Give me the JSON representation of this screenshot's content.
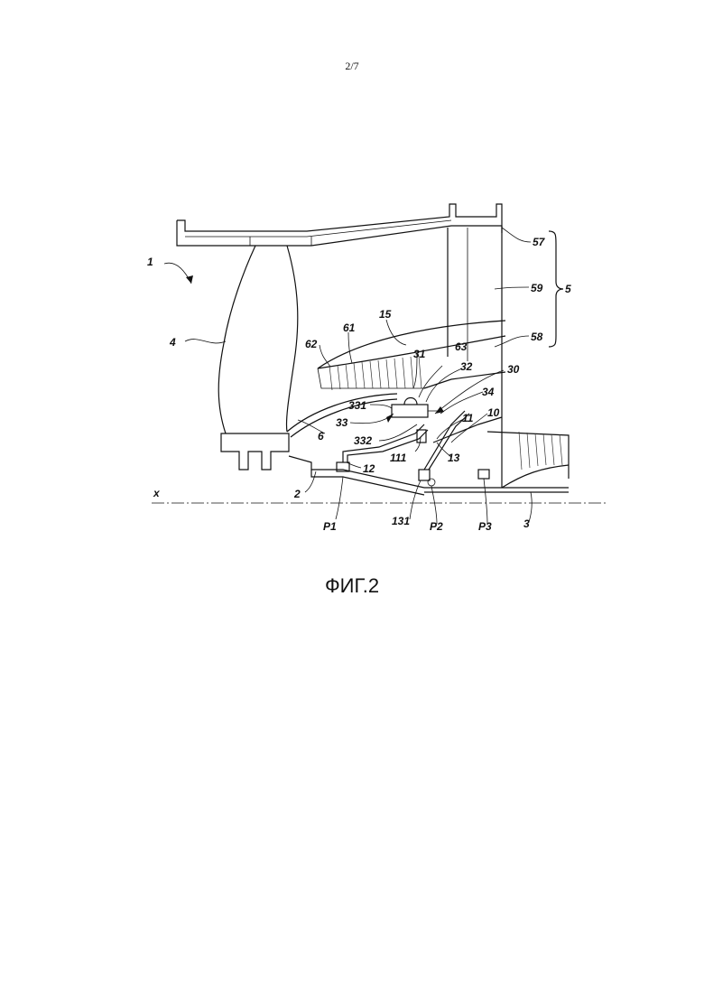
{
  "page_number": "2/7",
  "figure_caption": "ФИГ.2",
  "labels": {
    "l1": "1",
    "l2": "2",
    "l3": "3",
    "l4": "4",
    "l5": "5",
    "l6": "6",
    "l10": "10",
    "l11": "11",
    "l111": "111",
    "l12": "12",
    "l13": "13",
    "l131": "131",
    "l15": "15",
    "l30": "30",
    "l31": "31",
    "l32": "32",
    "l33": "33",
    "l331": "331",
    "l332": "332",
    "l34": "34",
    "l57": "57",
    "l58": "58",
    "l59": "59",
    "l61": "61",
    "l62": "62",
    "l63": "63",
    "lx": "x",
    "lP1": "P1",
    "lP2": "P2",
    "lP3": "P3"
  }
}
